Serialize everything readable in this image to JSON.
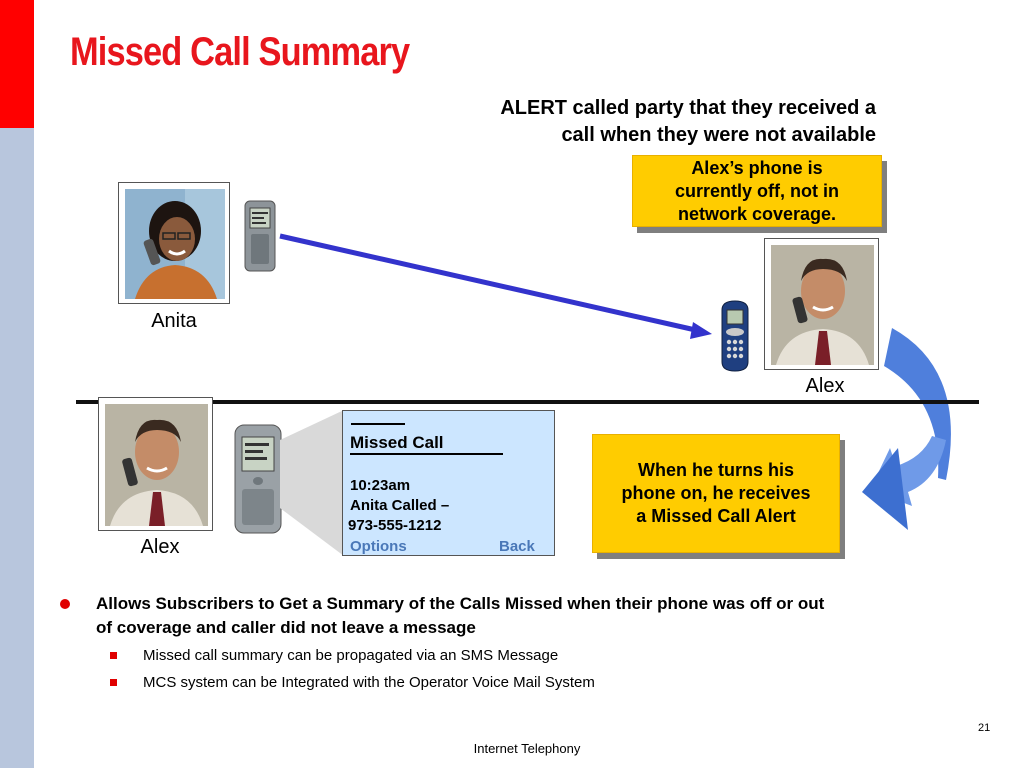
{
  "slide": {
    "title": "Missed Call Summary",
    "subtitle_line1": "ALERT called party that they received a",
    "subtitle_line2": "call when they were not available",
    "colors": {
      "title": "#e8161d",
      "callout": "#ffcc00",
      "arrow": "#3333cc",
      "curve_arrow": "#4f7fdc",
      "sidebar_top": "#ff0000",
      "sidebar": "#b8c6dd"
    }
  },
  "callouts": {
    "off": [
      "Alex’s phone is",
      "currently off, not in",
      "network coverage."
    ],
    "alert": [
      "When he turns his",
      "phone on, he receives",
      "a Missed Call Alert"
    ]
  },
  "people": {
    "caller": "Anita",
    "callee_top": "Alex",
    "callee_bottom": "Alex"
  },
  "phone_screen": {
    "header": "Missed Call",
    "time": "10:23am",
    "caller_line": "Anita Called –",
    "number": "973-555-1212",
    "options": "Options",
    "back": "Back"
  },
  "bullets": {
    "main_line1": "Allows Subscribers to Get a Summary of the Calls Missed when their phone was off or out",
    "main_line2": "of coverage and caller did not leave a message",
    "sub": [
      "Missed call summary can be propagated via an SMS Message",
      "MCS system can be Integrated with the Operator Voice Mail System"
    ]
  },
  "footer": {
    "page_number": "21",
    "text": "Internet Telephony"
  }
}
